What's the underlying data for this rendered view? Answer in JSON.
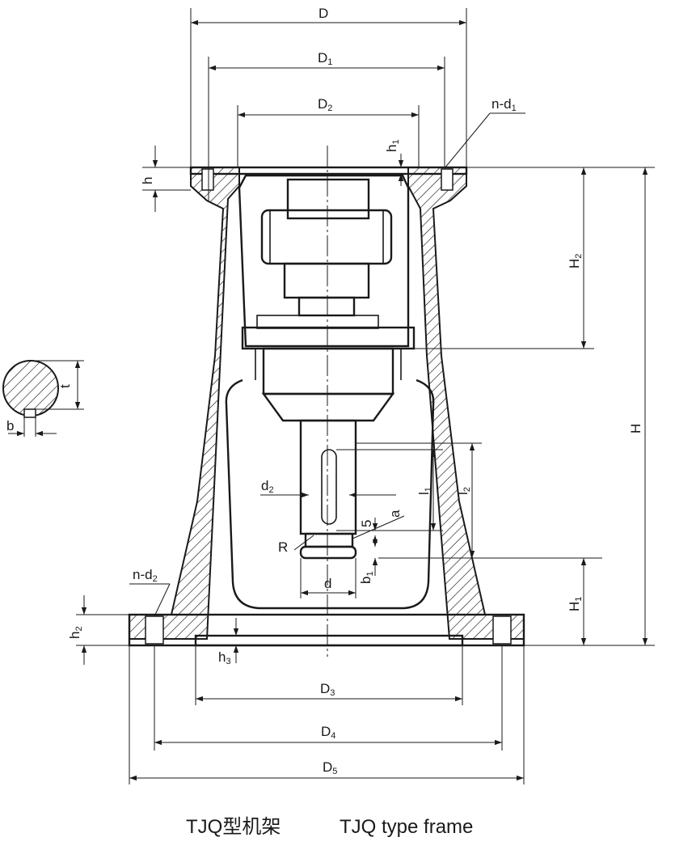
{
  "dimensions": {
    "D": "D",
    "D1": "D",
    "D1_sub": "1",
    "D2": "D",
    "D2_sub": "2",
    "n_d1": "n-d",
    "n_d1_sub": "1",
    "h": "h",
    "h1": "h",
    "h1_sub": "1",
    "H2": "H",
    "H2_sub": "2",
    "H": "H",
    "t": "t",
    "b": "b",
    "d2": "d",
    "d2_sub": "2",
    "l1": "l",
    "l1_sub": "1",
    "l2": "l",
    "l2_sub": "2",
    "five": "5",
    "a": "a",
    "R": "R",
    "d": "d",
    "b1": "b",
    "b1_sub": "1",
    "n_d2": "n-d",
    "n_d2_sub": "2",
    "h2": "h",
    "h2_sub": "2",
    "H1": "H",
    "H1_sub": "1",
    "h3": "h",
    "h3_sub": "3",
    "D3": "D",
    "D3_sub": "3",
    "D4": "D",
    "D4_sub": "4",
    "D5": "D",
    "D5_sub": "5"
  },
  "caption": {
    "chinese": "TJQ型机架",
    "english": "TJQ type frame"
  }
}
